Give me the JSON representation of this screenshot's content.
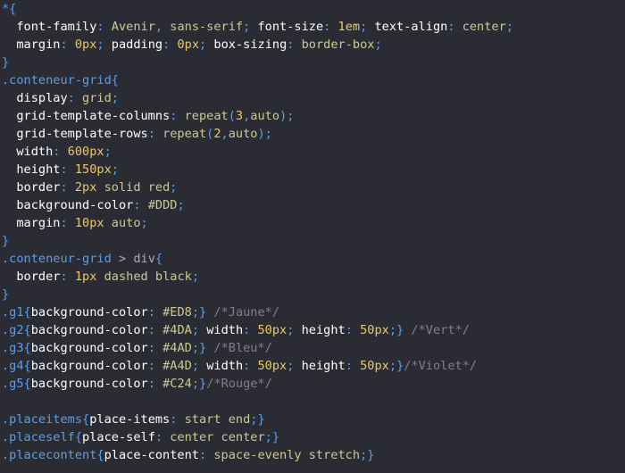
{
  "editor": {
    "language": "css",
    "colors": {
      "background": "#2b2c33",
      "selector": "#5b9ee9",
      "property": "#ffffff",
      "value": "#cfc98e",
      "number": "#e9c96c",
      "comment": "#7e8089"
    },
    "lines": [
      [
        {
          "t": "*{",
          "c": "sel"
        }
      ],
      [
        {
          "t": "  font-family",
          "c": "prop"
        },
        {
          "t": ": ",
          "c": "punc"
        },
        {
          "t": "Avenir",
          "c": "val"
        },
        {
          "t": ", ",
          "c": "punc"
        },
        {
          "t": "sans-serif",
          "c": "val"
        },
        {
          "t": "; ",
          "c": "punc"
        },
        {
          "t": "font-size",
          "c": "prop"
        },
        {
          "t": ": ",
          "c": "punc"
        },
        {
          "t": "1em",
          "c": "num"
        },
        {
          "t": "; ",
          "c": "punc"
        },
        {
          "t": "text-align",
          "c": "prop"
        },
        {
          "t": ": ",
          "c": "punc"
        },
        {
          "t": "center",
          "c": "val"
        },
        {
          "t": ";",
          "c": "punc"
        }
      ],
      [
        {
          "t": "  margin",
          "c": "prop"
        },
        {
          "t": ": ",
          "c": "punc"
        },
        {
          "t": "0px",
          "c": "num"
        },
        {
          "t": "; ",
          "c": "punc"
        },
        {
          "t": "padding",
          "c": "prop"
        },
        {
          "t": ": ",
          "c": "punc"
        },
        {
          "t": "0px",
          "c": "num"
        },
        {
          "t": "; ",
          "c": "punc"
        },
        {
          "t": "box-sizing",
          "c": "prop"
        },
        {
          "t": ": ",
          "c": "punc"
        },
        {
          "t": "border-box",
          "c": "val"
        },
        {
          "t": ";",
          "c": "punc"
        }
      ],
      [
        {
          "t": "}",
          "c": "punc"
        }
      ],
      [
        {
          "t": ".conteneur-grid{",
          "c": "sel"
        }
      ],
      [
        {
          "t": "  display",
          "c": "prop"
        },
        {
          "t": ": ",
          "c": "punc"
        },
        {
          "t": "grid",
          "c": "val"
        },
        {
          "t": ";",
          "c": "punc"
        }
      ],
      [
        {
          "t": "  grid-template-columns",
          "c": "prop"
        },
        {
          "t": ": ",
          "c": "punc"
        },
        {
          "t": "repeat",
          "c": "val"
        },
        {
          "t": "(",
          "c": "punc"
        },
        {
          "t": "3",
          "c": "num"
        },
        {
          "t": ",",
          "c": "punc"
        },
        {
          "t": "auto",
          "c": "val"
        },
        {
          "t": ");",
          "c": "punc"
        }
      ],
      [
        {
          "t": "  grid-template-rows",
          "c": "prop"
        },
        {
          "t": ": ",
          "c": "punc"
        },
        {
          "t": "repeat",
          "c": "val"
        },
        {
          "t": "(",
          "c": "punc"
        },
        {
          "t": "2",
          "c": "num"
        },
        {
          "t": ",",
          "c": "punc"
        },
        {
          "t": "auto",
          "c": "val"
        },
        {
          "t": ");",
          "c": "punc"
        }
      ],
      [
        {
          "t": "  width",
          "c": "prop"
        },
        {
          "t": ": ",
          "c": "punc"
        },
        {
          "t": "600px",
          "c": "num"
        },
        {
          "t": ";",
          "c": "punc"
        }
      ],
      [
        {
          "t": "  height",
          "c": "prop"
        },
        {
          "t": ": ",
          "c": "punc"
        },
        {
          "t": "150px",
          "c": "num"
        },
        {
          "t": ";",
          "c": "punc"
        }
      ],
      [
        {
          "t": "  border",
          "c": "prop"
        },
        {
          "t": ": ",
          "c": "punc"
        },
        {
          "t": "2px",
          "c": "num"
        },
        {
          "t": " solid red",
          "c": "val"
        },
        {
          "t": ";",
          "c": "punc"
        }
      ],
      [
        {
          "t": "  background-color",
          "c": "prop"
        },
        {
          "t": ": ",
          "c": "punc"
        },
        {
          "t": "#DDD",
          "c": "val"
        },
        {
          "t": ";",
          "c": "punc"
        }
      ],
      [
        {
          "t": "  margin",
          "c": "prop"
        },
        {
          "t": ": ",
          "c": "punc"
        },
        {
          "t": "10px",
          "c": "num"
        },
        {
          "t": " auto",
          "c": "val"
        },
        {
          "t": ";",
          "c": "punc"
        }
      ],
      [
        {
          "t": "}",
          "c": "punc"
        }
      ],
      [
        {
          "t": ".conteneur-grid ",
          "c": "sel"
        },
        {
          "t": "> div",
          "c": "tag"
        },
        {
          "t": "{",
          "c": "sel"
        }
      ],
      [
        {
          "t": "  border",
          "c": "prop"
        },
        {
          "t": ": ",
          "c": "punc"
        },
        {
          "t": "1px",
          "c": "num"
        },
        {
          "t": " dashed black",
          "c": "val"
        },
        {
          "t": ";",
          "c": "punc"
        }
      ],
      [
        {
          "t": "}",
          "c": "punc"
        }
      ],
      [
        {
          "t": ".g1{",
          "c": "sel"
        },
        {
          "t": "background-color",
          "c": "prop"
        },
        {
          "t": ": ",
          "c": "punc"
        },
        {
          "t": "#ED8",
          "c": "val"
        },
        {
          "t": ";}",
          "c": "punc"
        },
        {
          "t": " /*Jaune*/",
          "c": "com"
        }
      ],
      [
        {
          "t": ".g2{",
          "c": "sel"
        },
        {
          "t": "background-color",
          "c": "prop"
        },
        {
          "t": ": ",
          "c": "punc"
        },
        {
          "t": "#4DA",
          "c": "val"
        },
        {
          "t": "; ",
          "c": "punc"
        },
        {
          "t": "width",
          "c": "prop"
        },
        {
          "t": ": ",
          "c": "punc"
        },
        {
          "t": "50px",
          "c": "num"
        },
        {
          "t": "; ",
          "c": "punc"
        },
        {
          "t": "height",
          "c": "prop"
        },
        {
          "t": ": ",
          "c": "punc"
        },
        {
          "t": "50px",
          "c": "num"
        },
        {
          "t": ";}",
          "c": "punc"
        },
        {
          "t": " /*Vert*/",
          "c": "com"
        }
      ],
      [
        {
          "t": ".g3{",
          "c": "sel"
        },
        {
          "t": "background-color",
          "c": "prop"
        },
        {
          "t": ": ",
          "c": "punc"
        },
        {
          "t": "#4AD",
          "c": "val"
        },
        {
          "t": ";}",
          "c": "punc"
        },
        {
          "t": " /*Bleu*/",
          "c": "com"
        }
      ],
      [
        {
          "t": ".g4{",
          "c": "sel"
        },
        {
          "t": "background-color",
          "c": "prop"
        },
        {
          "t": ": ",
          "c": "punc"
        },
        {
          "t": "#A4D",
          "c": "val"
        },
        {
          "t": "; ",
          "c": "punc"
        },
        {
          "t": "width",
          "c": "prop"
        },
        {
          "t": ": ",
          "c": "punc"
        },
        {
          "t": "50px",
          "c": "num"
        },
        {
          "t": "; ",
          "c": "punc"
        },
        {
          "t": "height",
          "c": "prop"
        },
        {
          "t": ": ",
          "c": "punc"
        },
        {
          "t": "50px",
          "c": "num"
        },
        {
          "t": ";}",
          "c": "punc"
        },
        {
          "t": "/*Violet*/",
          "c": "com"
        }
      ],
      [
        {
          "t": ".g5{",
          "c": "sel"
        },
        {
          "t": "background-color",
          "c": "prop"
        },
        {
          "t": ": ",
          "c": "punc"
        },
        {
          "t": "#C24",
          "c": "val"
        },
        {
          "t": ";}",
          "c": "punc"
        },
        {
          "t": "/*Rouge*/",
          "c": "com"
        }
      ],
      [],
      [
        {
          "t": ".placeitems{",
          "c": "sel"
        },
        {
          "t": "place-items",
          "c": "prop"
        },
        {
          "t": ": ",
          "c": "punc"
        },
        {
          "t": "start end",
          "c": "val"
        },
        {
          "t": ";}",
          "c": "punc"
        }
      ],
      [
        {
          "t": ".placeself{",
          "c": "sel"
        },
        {
          "t": "place-self",
          "c": "prop"
        },
        {
          "t": ": ",
          "c": "punc"
        },
        {
          "t": "center center",
          "c": "val"
        },
        {
          "t": ";}",
          "c": "punc"
        }
      ],
      [
        {
          "t": ".placecontent{",
          "c": "sel"
        },
        {
          "t": "place-content",
          "c": "prop"
        },
        {
          "t": ": ",
          "c": "punc"
        },
        {
          "t": "space-evenly stretch",
          "c": "val"
        },
        {
          "t": ";}",
          "c": "punc"
        }
      ]
    ]
  }
}
